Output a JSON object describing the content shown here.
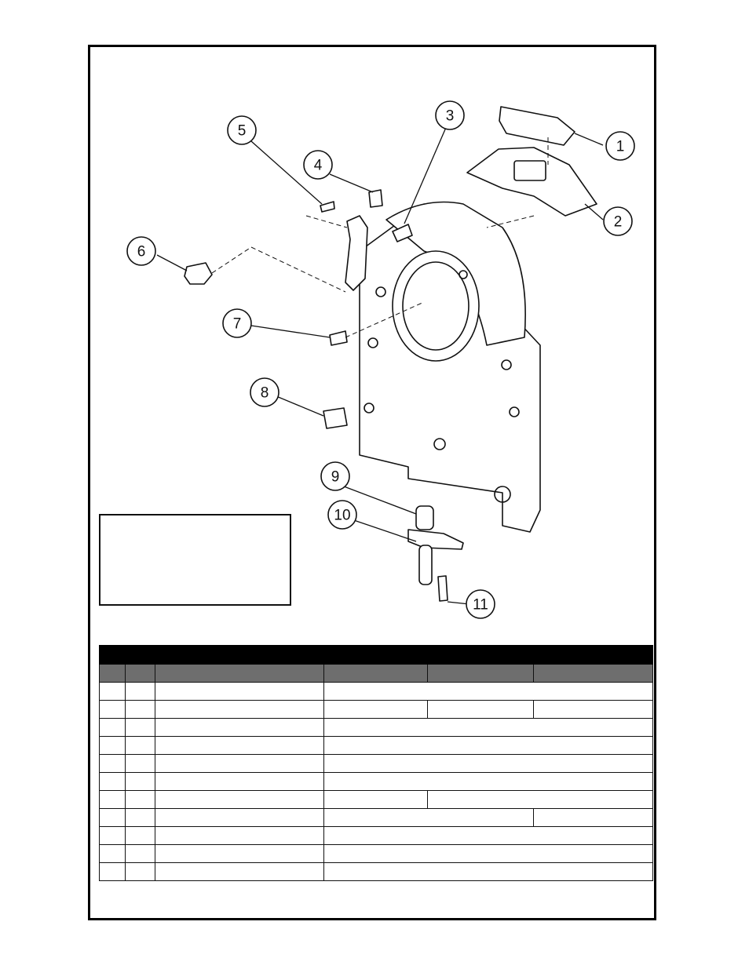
{
  "diagram": {
    "callouts": [
      "1",
      "2",
      "3",
      "4",
      "5",
      "6",
      "7",
      "8",
      "9",
      "10",
      "11"
    ]
  },
  "note_box": {
    "text": ""
  },
  "parts_table": {
    "title": "",
    "headers": [
      "",
      "",
      "",
      "",
      "",
      ""
    ],
    "rows": [
      [
        "",
        "",
        "",
        "",
        "",
        ""
      ],
      [
        "",
        "",
        "",
        "",
        "",
        ""
      ],
      [
        "",
        "",
        "",
        "",
        "",
        ""
      ],
      [
        "",
        "",
        "",
        "",
        "",
        ""
      ],
      [
        "",
        "",
        "",
        "",
        "",
        ""
      ],
      [
        "",
        "",
        "",
        "",
        "",
        ""
      ],
      [
        "",
        "",
        "",
        "",
        "",
        ""
      ],
      [
        "",
        "",
        "",
        "",
        "",
        ""
      ],
      [
        "",
        "",
        "",
        "",
        "",
        ""
      ],
      [
        "",
        "",
        "",
        "",
        "",
        ""
      ],
      [
        "",
        "",
        "",
        "",
        "",
        ""
      ]
    ]
  },
  "colors": {
    "line": "#111111",
    "header_bar": "#000000",
    "subheader": "#6e6e6e"
  }
}
